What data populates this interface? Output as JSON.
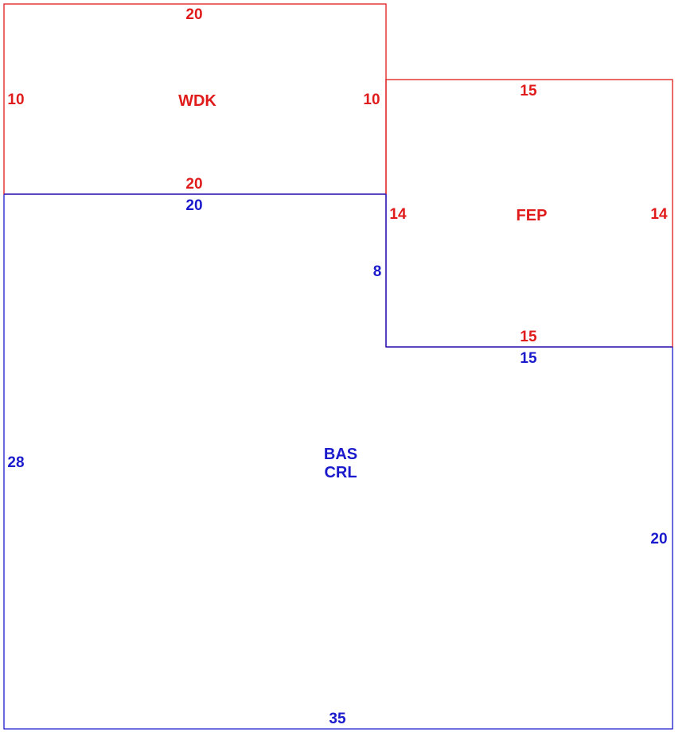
{
  "colors": {
    "upper": "#e01b1b",
    "lower": "#1a1acc"
  },
  "rooms": {
    "wdk": {
      "name": "WDK",
      "top": "20",
      "bottom": "20",
      "left": "10",
      "right": "10"
    },
    "fep": {
      "name": "FEP",
      "top": "15",
      "bottom": "15",
      "left": "14",
      "right": "14"
    },
    "bas": {
      "name_line1": "BAS",
      "name_line2": "CRL",
      "top": "20",
      "step_side": "8",
      "step_top": "15",
      "left": "28",
      "right": "20",
      "bottom": "35"
    }
  }
}
